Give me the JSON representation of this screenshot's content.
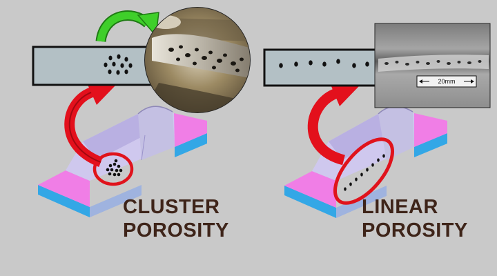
{
  "labels": {
    "cluster": {
      "line1": "CLUSTER",
      "line2": "POROSITY"
    },
    "linear": {
      "line1": "LINEAR",
      "line2": "POROSITY"
    }
  },
  "photo_scale": "20mm",
  "colors": {
    "background": "#c9c9c9",
    "bar_fill": "#b3c0c5",
    "plate_top": "#f07ee6",
    "plate_side": "#33a7e6",
    "bead": "#c4c0e3",
    "arrow_red": "#e3101c",
    "arrow_green": "#3fcf2a",
    "circle_red": "#e0131c",
    "label_text": "#3e2419"
  },
  "icons": [
    "curved-arrow-red-icon",
    "curved-arrow-green-icon"
  ]
}
